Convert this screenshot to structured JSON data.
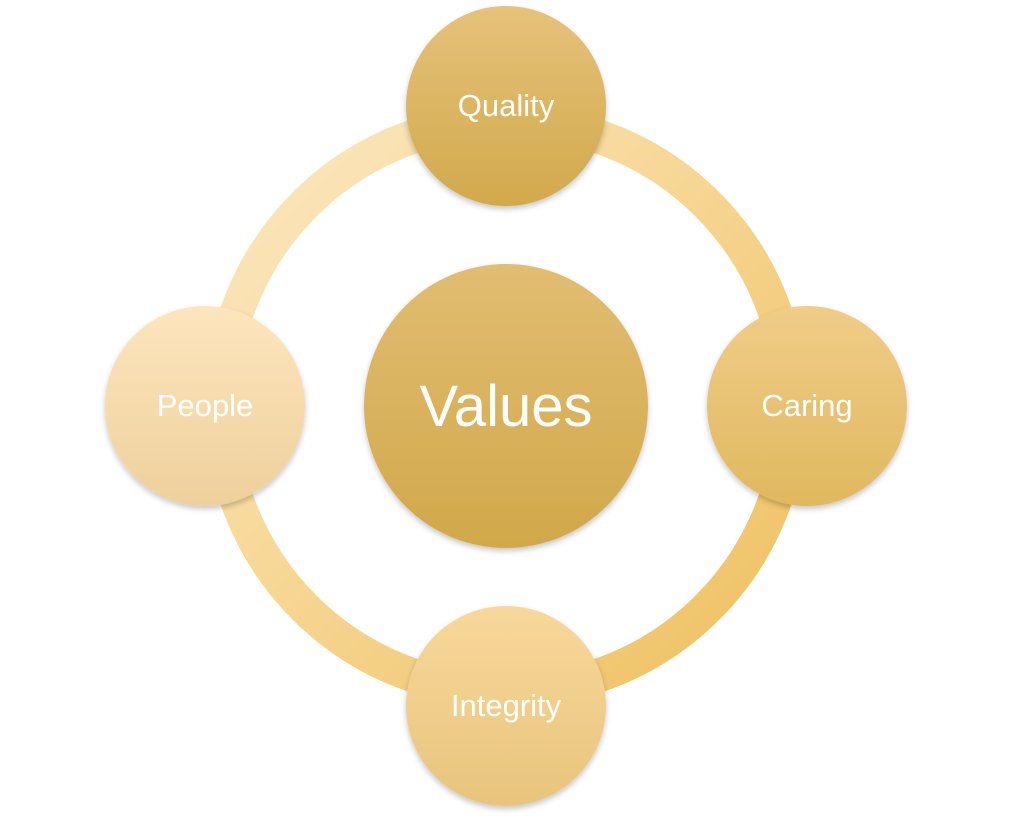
{
  "center": {
    "label": "Values"
  },
  "nodes": [
    {
      "id": "quality",
      "label": "Quality"
    },
    {
      "id": "caring",
      "label": "Caring"
    },
    {
      "id": "integrity",
      "label": "Integrity"
    },
    {
      "id": "people",
      "label": "People"
    }
  ],
  "colors": {
    "ring_light": "#fbe3b6",
    "ring_mid": "#f5d38d",
    "ring_dark": "#eebf5f",
    "node_dark_top": "#e4bf6c",
    "node_dark_bottom": "#d2a94a",
    "node_light_top": "#fce3b8",
    "node_light_bottom": "#efd2a0",
    "text": "#ffffff"
  }
}
